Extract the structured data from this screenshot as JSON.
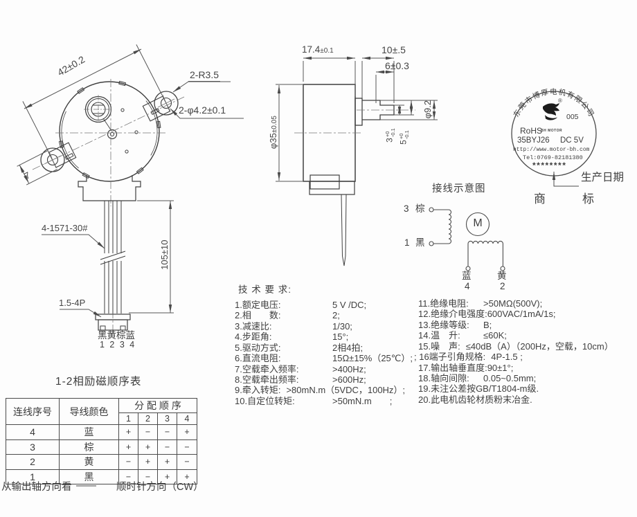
{
  "front_view": {
    "dim_mount_span": "42±0.2",
    "label_ear_radius": "2-R3.5",
    "label_mount_holes": "2-φ4.2±0.1",
    "dim_ear_width": "7",
    "label_wire_gauge": "4-1571-30#",
    "dim_wire_length": "105±10",
    "label_connector_type": "1.5-4P",
    "wire_colors": "黑黄棕蓝",
    "wire_numbers": "1 2 3 4"
  },
  "side_view": {
    "dim_body_length": {
      "value": "17.4",
      "tol": "±0.1"
    },
    "dim_shaft_length": "10±.5",
    "dim_flat_length": "6±0.3",
    "dim_shaft_dia": "φ9.2",
    "dim_flat_3": {
      "value": "3",
      "plus": "+0",
      "minus": "-0.1"
    },
    "dim_flat_5": {
      "value": "5",
      "plus": "+0",
      "minus": "-0.1"
    },
    "dim_body_dia": {
      "value": "φ35",
      "tol": "±0.05"
    }
  },
  "stamp": {
    "company_arc": "东莞市博厚电机有限公司",
    "reg_mark": "®",
    "code": "005",
    "rohs": "RoHS",
    "brand_small": "BH MOTOR",
    "model": "35BYJ26",
    "voltage": "DC 5V",
    "url": "http://www.motor-bh.com",
    "tel": "Tel:0769-82181380",
    "date_stars": "********",
    "production_date_label": "生产日期",
    "trademark_char_1": "商",
    "trademark_char_2": "标"
  },
  "wiring": {
    "title": "接线示意图",
    "terminal3_num": "3",
    "terminal3_color": "棕",
    "terminal1_num": "1",
    "terminal1_color": "黑",
    "motor_letter": "M",
    "terminal4_color": "蓝",
    "terminal4_num": "4",
    "terminal2_color": "黄",
    "terminal2_num": "2"
  },
  "tech": {
    "title": "技 术 要 求:",
    "left": [
      {
        "label": "1.额定电压:",
        "value": "5 V /DC;"
      },
      {
        "label": "2.相　　数:",
        "value": "2;"
      },
      {
        "label": "3.减速比:",
        "value": "1/30;"
      },
      {
        "label": "4.步距角:",
        "value": "15°;"
      },
      {
        "label": "5.驱动方式:",
        "value": "2相4拍;"
      },
      {
        "label": "6.直流电阻:",
        "value": "15Ω±15%（25℃）;"
      },
      {
        "label": "7.空载牵入频率:",
        "value": ">400Hz;"
      },
      {
        "label": "8.空载牵出频率:",
        "value": ">600Hz;"
      },
      {
        "label": "9.牵入转矩:",
        "value": ">80mN.m（5VDC，100Hz）;"
      },
      {
        "label": "10.自定位转矩:",
        "value": ">50mN.m　　;"
      }
    ],
    "right": [
      {
        "label": "11.绝缘电阻:",
        "value": ">50MΩ(500V);"
      },
      {
        "label": "12.绝缘介电强度:",
        "value": "600VAC/1mA/1s;"
      },
      {
        "label": "13.绝缘等级:",
        "value": "B;"
      },
      {
        "label": "14.温　升:",
        "value": "≤60K;"
      },
      {
        "label": "15.噪　声:",
        "value": "≤40dB（A）（200Hz，空载，10cm）"
      },
      {
        "label": "; 16端子引角规格:",
        "value": "4P-1.5 ;"
      },
      {
        "label": "17.输出轴垂直度:",
        "value": "90±1°;"
      },
      {
        "label": "18.轴向间隙:",
        "value": "0.05~0.5mm;"
      },
      {
        "label": "19.未注公差按GB/T1804-m级.",
        "value": ""
      },
      {
        "label": "20.此电机齿轮材质粉末冶金.",
        "value": ""
      }
    ]
  },
  "table": {
    "title": "1-2相励磁顺序表",
    "col_wire_no": "连线序号",
    "col_wire_color": "导线颜色",
    "col_sequence": "分 配 顺 序",
    "steps": [
      "1",
      "2",
      "3",
      "4"
    ],
    "rows": [
      {
        "no": "4",
        "color": "蓝",
        "s": [
          "+",
          "−",
          "−",
          "+"
        ]
      },
      {
        "no": "3",
        "color": "棕",
        "s": [
          "+",
          "+",
          "−",
          "−"
        ]
      },
      {
        "no": "2",
        "color": "黄",
        "s": [
          "−",
          "+",
          "+",
          "−"
        ]
      },
      {
        "no": "1",
        "color": "黑",
        "s": [
          "−",
          "−",
          "+",
          "+"
        ]
      }
    ]
  },
  "footer": {
    "view_label": "从输出轴方向看",
    "dash": "——",
    "direction": "顺时针方向（CW）"
  },
  "colors": {
    "line": "#3f3f3f",
    "dim_line": "#555555",
    "text": "#3d3d3d"
  }
}
